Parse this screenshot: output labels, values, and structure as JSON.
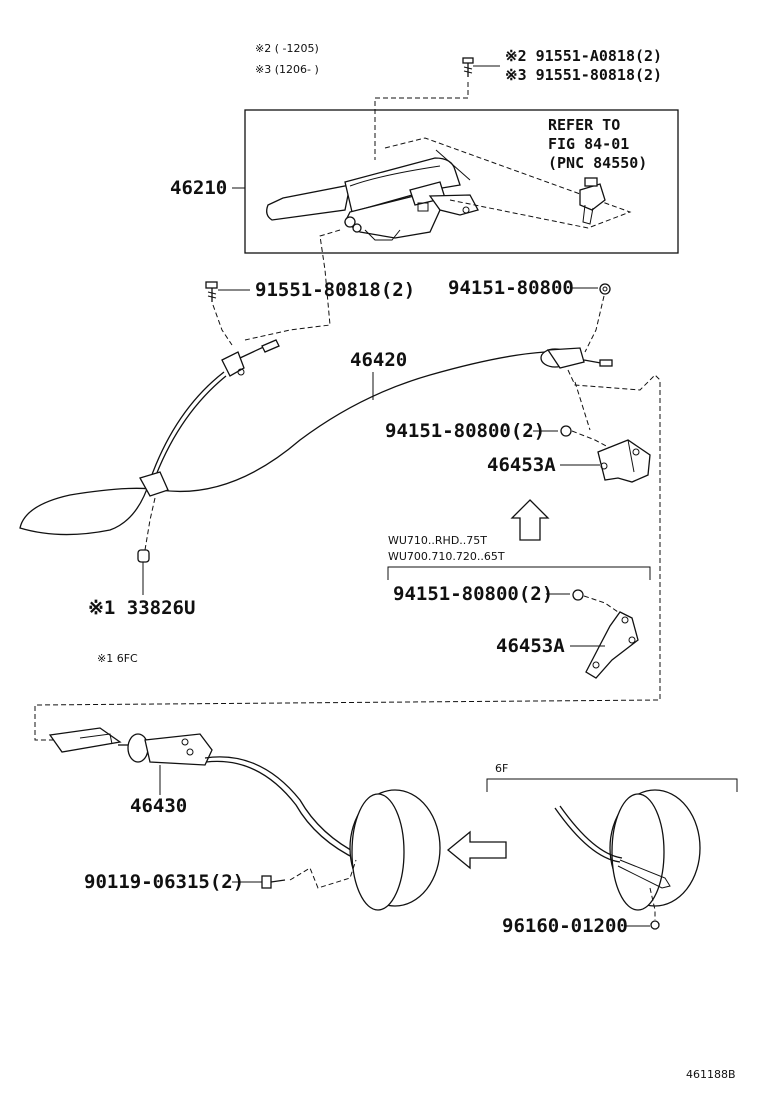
{
  "notes": {
    "note2": "※2 (    -1205)",
    "note3": "※3 (1206-    )",
    "note1": "※1 6FC"
  },
  "labels": {
    "bolt_top_a": "※2 91551-A0818(2)",
    "bolt_top_b": "※3 91551-80818(2)",
    "refer_line1": "REFER TO",
    "refer_line2": "FIG 84-01",
    "refer_line3": "(PNC 84550)",
    "lever": "46210",
    "bolt_left": "91551-80818(2)",
    "nut_right": "94151-80800",
    "cable_front": "46420",
    "nut_bracket1": "94151-80800(2)",
    "bracket1": "46453A",
    "variant_line1": "WU710..RHD..75T",
    "variant_line2": "WU700.710.720..65T",
    "nut_bracket2": "94151-80800(2)",
    "bracket2": "46453A",
    "clip": "※1 33826U",
    "cable_rear": "46430",
    "bolt_bottom": "90119-06315(2)",
    "variant_6f": "6F",
    "clip_6f": "96160-01200",
    "figure_id": "461188B"
  }
}
